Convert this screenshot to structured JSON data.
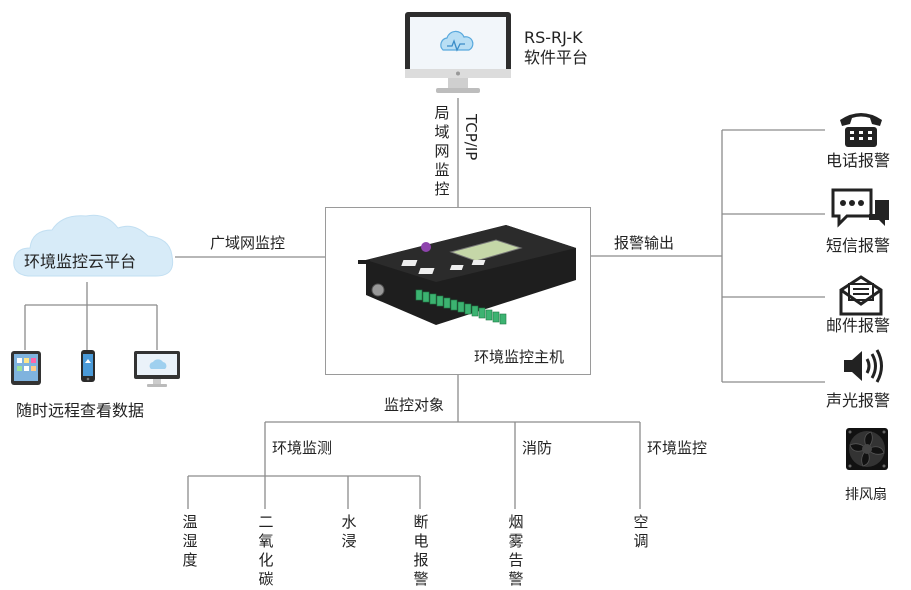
{
  "software": {
    "line1": "RS-RJ-K",
    "line2": "软件平台"
  },
  "lan": {
    "label_cn": "局域网监控",
    "label_proto": "TCP/IP"
  },
  "wan_label": "广域网监控",
  "cloud_label": "环境监控云平台",
  "remote_label": "随时远程查看数据",
  "host_label": "环境监控主机",
  "alarm_output_label": "报警输出",
  "alarms": [
    {
      "label": "电话报警",
      "icon": "phone-icon"
    },
    {
      "label": "短信报警",
      "icon": "sms-icon"
    },
    {
      "label": "邮件报警",
      "icon": "mail-icon"
    },
    {
      "label": "声光报警",
      "icon": "speaker-icon"
    },
    {
      "label": "排风扇",
      "icon": "fan-icon"
    }
  ],
  "monitor_target_label": "监控对象",
  "branches": {
    "env_monitoring": {
      "label": "环境监测",
      "leaves": [
        "温湿度",
        "二氧化碳",
        "水浸",
        "断电报警"
      ]
    },
    "fire": {
      "label": "消防",
      "leaves": [
        "烟雾告警"
      ]
    },
    "env_control": {
      "label": "环境监控",
      "leaves": [
        "空调"
      ]
    }
  },
  "colors": {
    "line": "#8c8c8c",
    "cloud": "#d7ebf8",
    "device_body": "#1e1e1e",
    "terminal": "#3cb371",
    "screen": "#c5d7a8"
  }
}
